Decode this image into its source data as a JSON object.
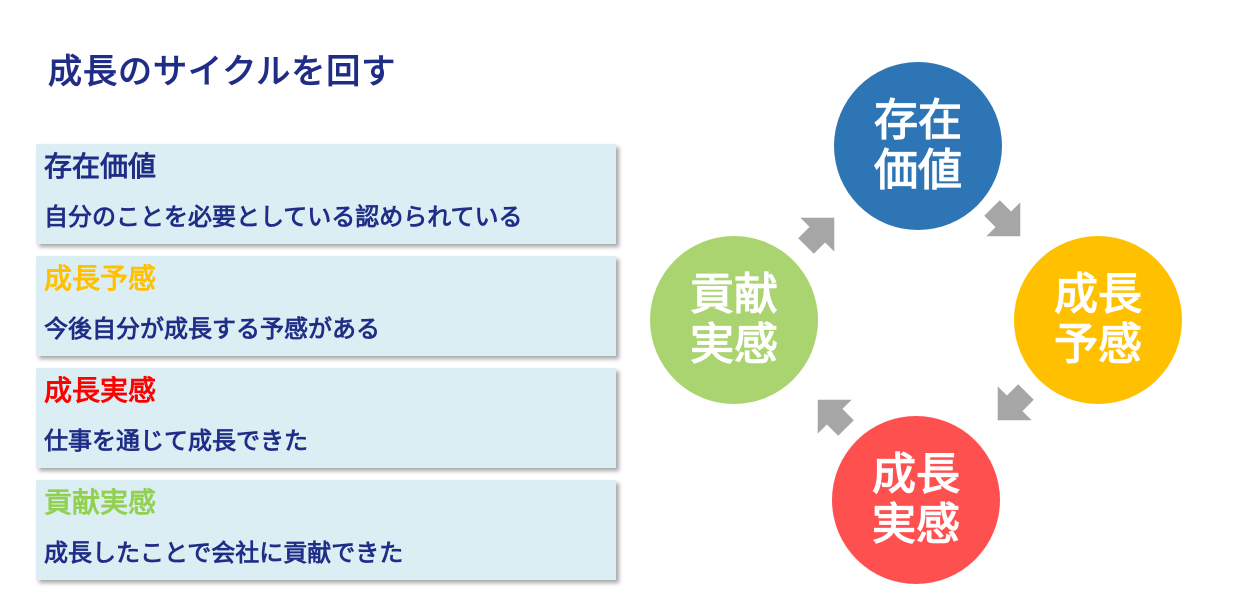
{
  "title": "成長のサイクルを回す",
  "colors": {
    "title": "#1f2d86",
    "card_bg": "#dbeef4",
    "arrow": "#a6a6a6",
    "stage_1": "#2e75b6",
    "stage_2": "#ffc000",
    "stage_3": "#ff5050",
    "stage_4": "#a9d46f",
    "label_1": "#1f2d86",
    "label_2": "#ffc000",
    "label_3": "#ff0000",
    "label_4": "#92d050"
  },
  "cards": [
    {
      "title": "存在価値",
      "description": "自分のことを必要としている認められている"
    },
    {
      "title": "成長予感",
      "description": "今後自分が成長する予感がある"
    },
    {
      "title": "成長実感",
      "description": "仕事を通じて成長できた"
    },
    {
      "title": "貢献実感",
      "description": "成長したことで会社に貢献できた"
    }
  ],
  "cycle": [
    {
      "label": "存在価値"
    },
    {
      "label": "成長予感"
    },
    {
      "label": "成長実感"
    },
    {
      "label": "貢献実感"
    }
  ]
}
